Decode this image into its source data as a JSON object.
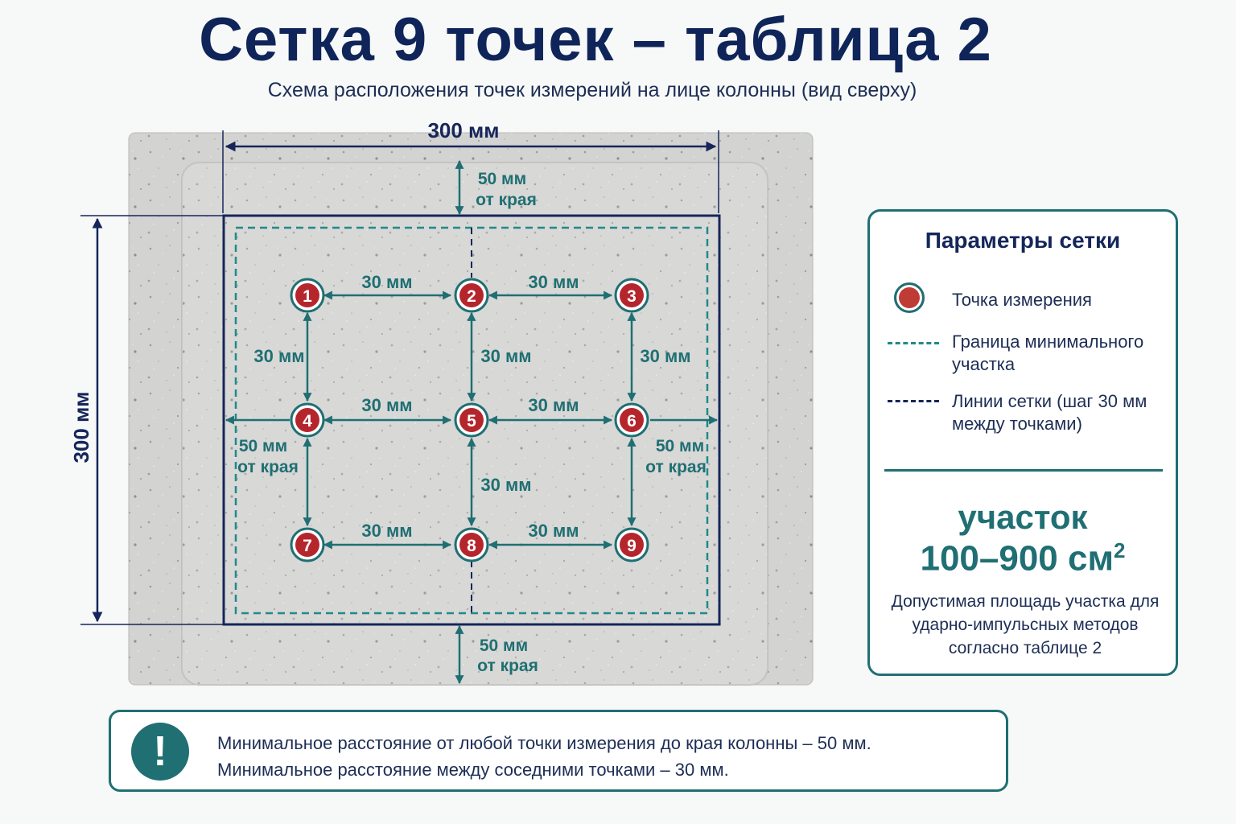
{
  "title": "Сетка 9 точек – таблица 2",
  "subtitle": "Схема расположения точек измерений на лице колонны (вид сверху)",
  "dimensions": {
    "width": "300 мм",
    "height": "300 мм",
    "edge_offset_line1": "50 мм",
    "edge_offset_line2": "от края",
    "spacing": "30 мм"
  },
  "points": [
    "1",
    "2",
    "3",
    "4",
    "5",
    "6",
    "7",
    "8",
    "9"
  ],
  "legend": {
    "title": "Параметры сетки",
    "items": [
      {
        "type": "point",
        "label": "Точка измерения"
      },
      {
        "type": "dash-teal",
        "label": "Граница минимального участка"
      },
      {
        "type": "dash-navy",
        "label": "Линии сетки (шаг 30 мм между точками)"
      }
    ],
    "area_label": "участок",
    "area_value": "100–900 см",
    "area_unit_sup": "2",
    "area_description": "Допустимая площадь участка для ударно-импульсных методов согласно таблице 2"
  },
  "note": {
    "icon": "exclamation-icon",
    "symbol": "!",
    "line1": "Минимальное расстояние от любой точки измерения до края колонны – 50 мм.",
    "line2": "Минимальное расстояние между соседними точками – 30 мм."
  },
  "colors": {
    "navy": "#16265a",
    "teal": "#1f6f73",
    "point_red": "#bf3b36",
    "concrete": "#d2d2d0"
  }
}
